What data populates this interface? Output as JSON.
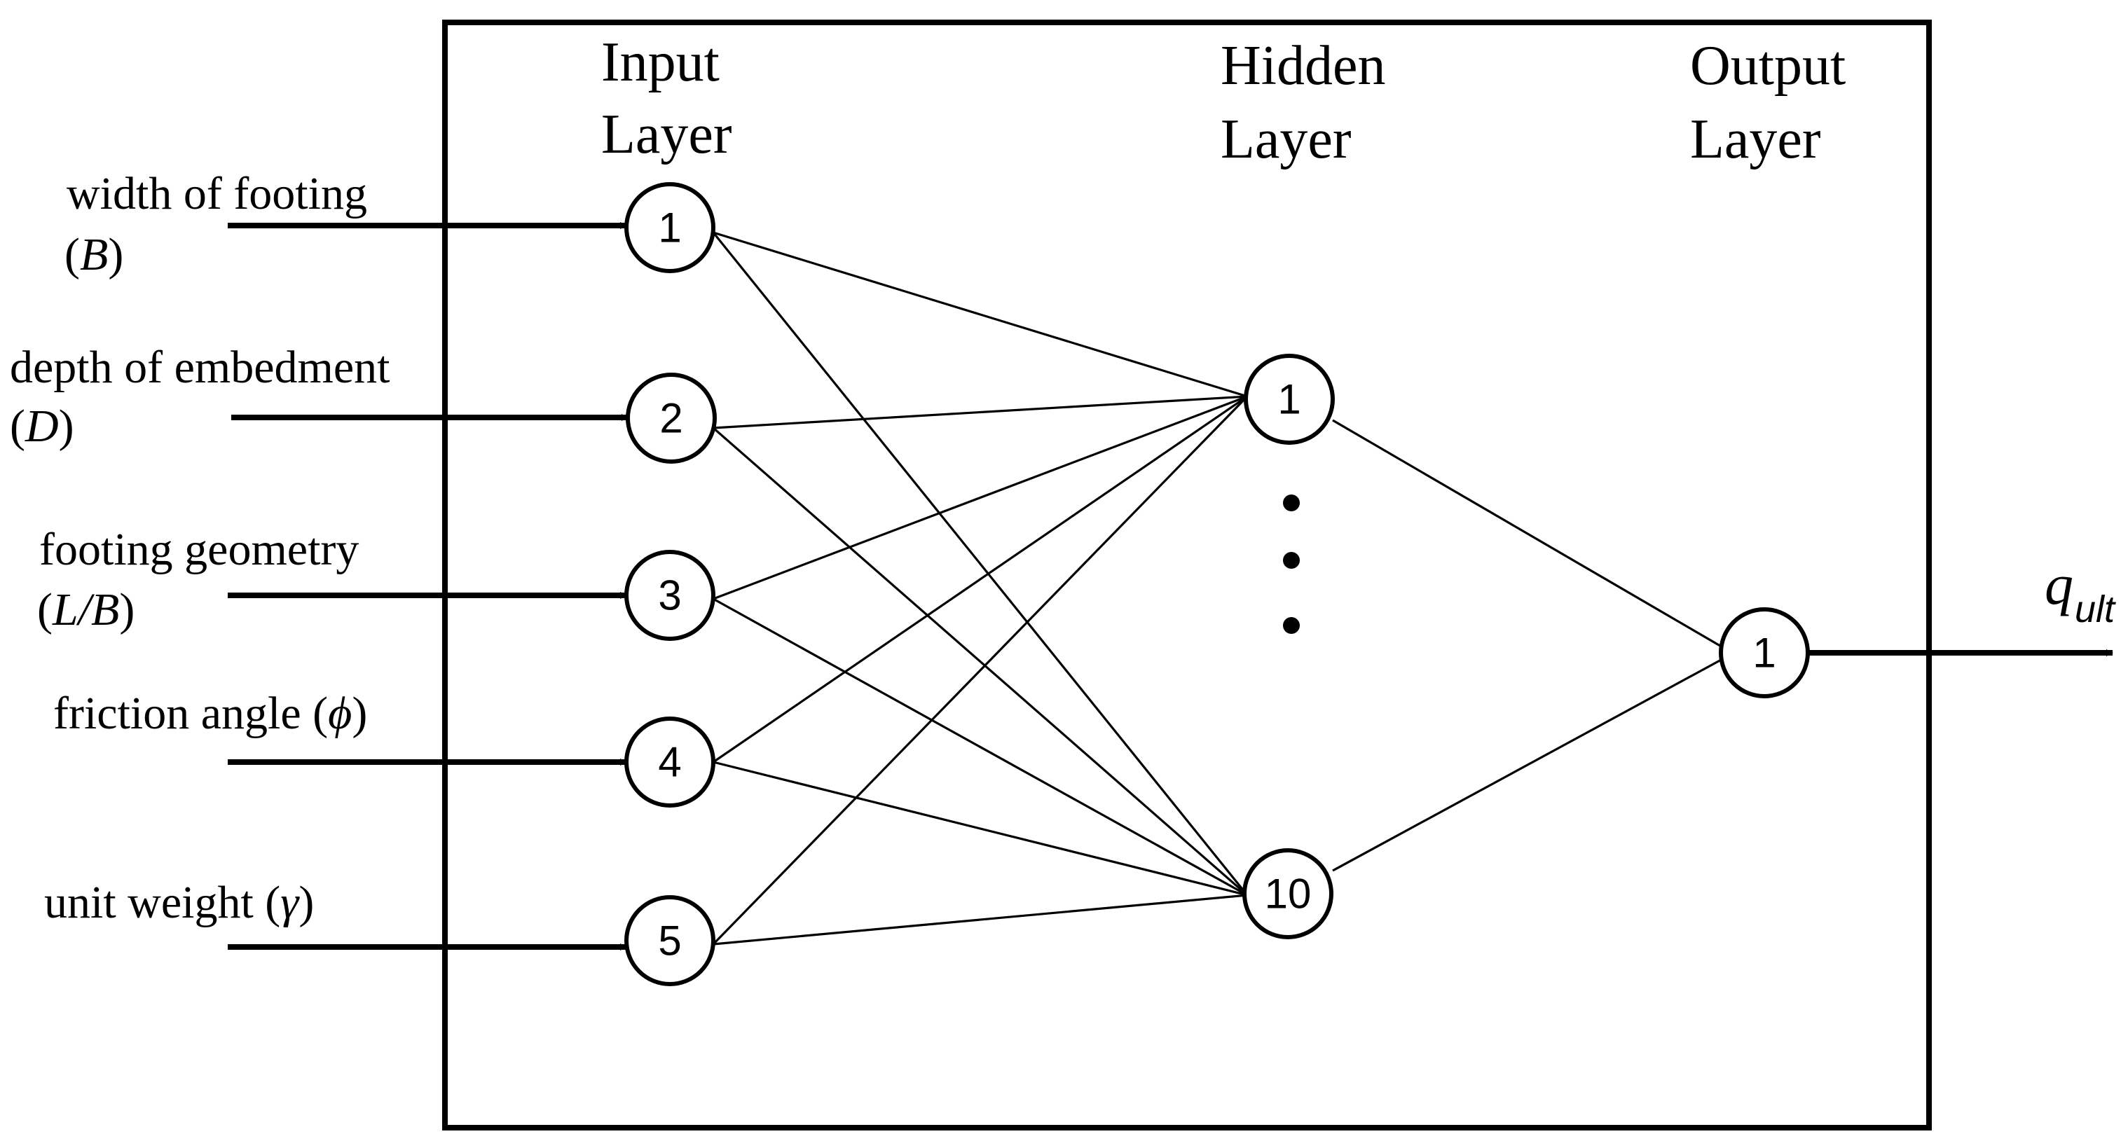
{
  "layers": {
    "input_title": [
      "Input",
      "Layer"
    ],
    "hidden_title": [
      "Hidden",
      "Layer"
    ],
    "output_title": [
      "Output",
      "Layer"
    ]
  },
  "inputs": [
    {
      "node": "1",
      "line1": "width of footing",
      "line2_open": "(",
      "line2_sym": "B",
      "line2_close": ")"
    },
    {
      "node": "2",
      "line1": "depth of embedment",
      "line2_open": "(",
      "line2_sym": "D",
      "line2_close": ")"
    },
    {
      "node": "3",
      "line1": "footing geometry",
      "line2_open": "(",
      "line2_sym": "L/B",
      "line2_close": ")"
    },
    {
      "node": "4",
      "line1": "friction angle (",
      "line1_sym": "ϕ",
      "line1_close": ")"
    },
    {
      "node": "5",
      "line1": "unit weight (",
      "line1_sym": "γ",
      "line1_close": ")"
    }
  ],
  "hidden_nodes": [
    "1",
    "10"
  ],
  "output_node": "1",
  "output_label": {
    "base": "q",
    "sub": "ult"
  }
}
